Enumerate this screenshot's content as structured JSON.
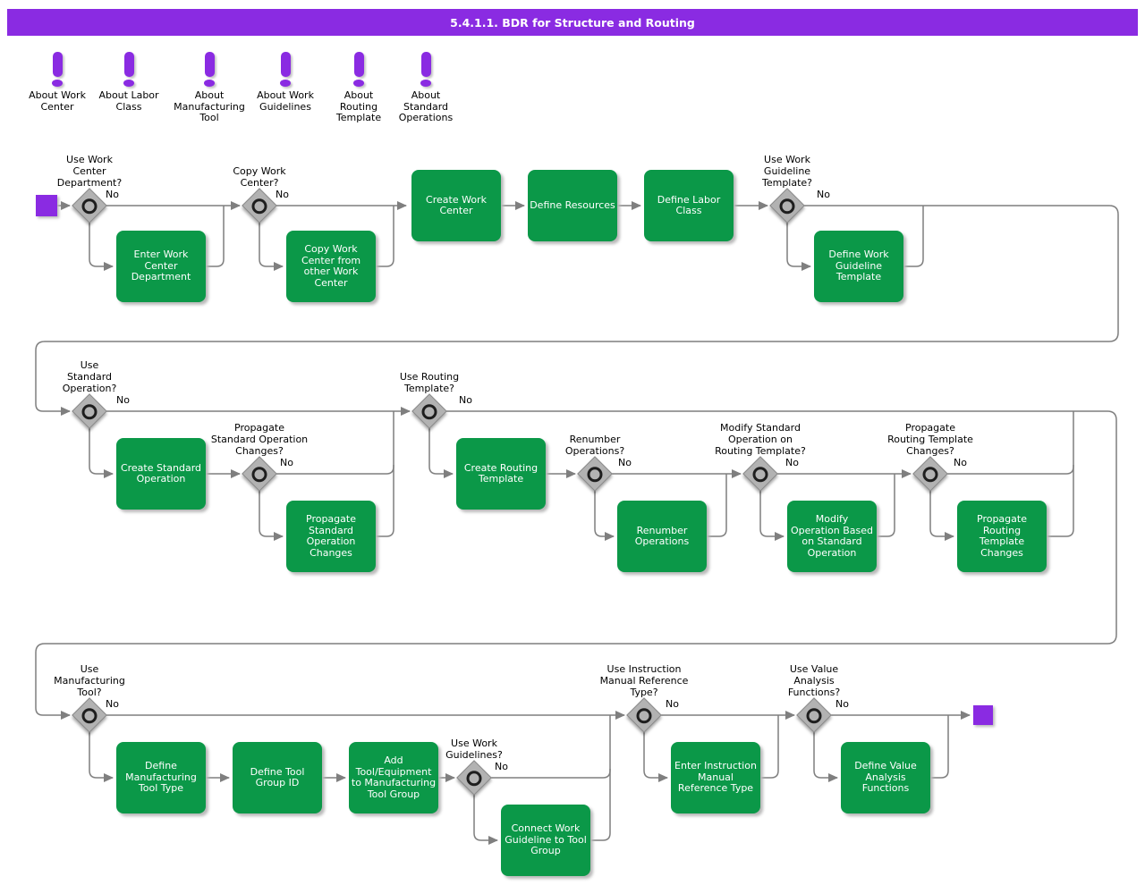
{
  "title_bar": {
    "title": "5.4.1.1. BDR for Structure and Routing"
  },
  "colors": {
    "purple": "#8a2be2",
    "green": "#0b9848",
    "line": "#7f7f7f",
    "diamond": "#b2b2b2"
  },
  "about_icons": [
    {
      "label": "About Work\nCenter"
    },
    {
      "label": "About Labor\nClass"
    },
    {
      "label": "About\nManufacturing\nTool"
    },
    {
      "label": "About Work\nGuidelines"
    },
    {
      "label": "About\nRouting\nTemplate"
    },
    {
      "label": "About\nStandard\nOperations"
    }
  ],
  "decisions": [
    {
      "label": "Use Work\nCenter\nDepartment?",
      "no": "No"
    },
    {
      "label": "Copy Work\nCenter?",
      "no": "No"
    },
    {
      "label": "Use Work\nGuideline\nTemplate?",
      "no": "No"
    },
    {
      "label": "Use\nStandard\nOperation?",
      "no": "No"
    },
    {
      "label": "Use Routing\nTemplate?",
      "no": "No"
    },
    {
      "label": "Propagate\nStandard Operation\nChanges?",
      "no": "No"
    },
    {
      "label": "Renumber\nOperations?",
      "no": "No"
    },
    {
      "label": "Modify Standard\nOperation on\nRouting Template?",
      "no": "No"
    },
    {
      "label": "Propagate\nRouting Template\nChanges?",
      "no": "No"
    },
    {
      "label": "Use\nManufacturing\nTool?",
      "no": "No"
    },
    {
      "label": "Use Instruction\nManual Reference\nType?",
      "no": "No"
    },
    {
      "label": "Use Work\nGuidelines?",
      "no": "No"
    },
    {
      "label": "Use Value\nAnalysis\nFunctions?",
      "no": "No"
    }
  ],
  "tasks": [
    {
      "label": "Enter Work\nCenter\nDepartment"
    },
    {
      "label": "Copy Work\nCenter from\nother Work\nCenter"
    },
    {
      "label": "Create Work\nCenter"
    },
    {
      "label": "Define Resources"
    },
    {
      "label": "Define Labor\nClass"
    },
    {
      "label": "Define Work\nGuideline\nTemplate"
    },
    {
      "label": "Create Standard\nOperation"
    },
    {
      "label": "Propagate\nStandard\nOperation\nChanges"
    },
    {
      "label": "Create Routing\nTemplate"
    },
    {
      "label": "Renumber\nOperations"
    },
    {
      "label": "Modify\nOperation Based\non Standard\nOperation"
    },
    {
      "label": "Propagate\nRouting\nTemplate\nChanges"
    },
    {
      "label": "Define\nManufacturing\nTool Type"
    },
    {
      "label": "Define Tool\nGroup ID"
    },
    {
      "label": "Add\nTool/Equipment\nto Manufacturing\nTool Group"
    },
    {
      "label": "Connect Work\nGuideline to Tool\nGroup"
    },
    {
      "label": "Enter Instruction\nManual\nReference Type"
    },
    {
      "label": "Define Value\nAnalysis\nFunctions"
    }
  ]
}
